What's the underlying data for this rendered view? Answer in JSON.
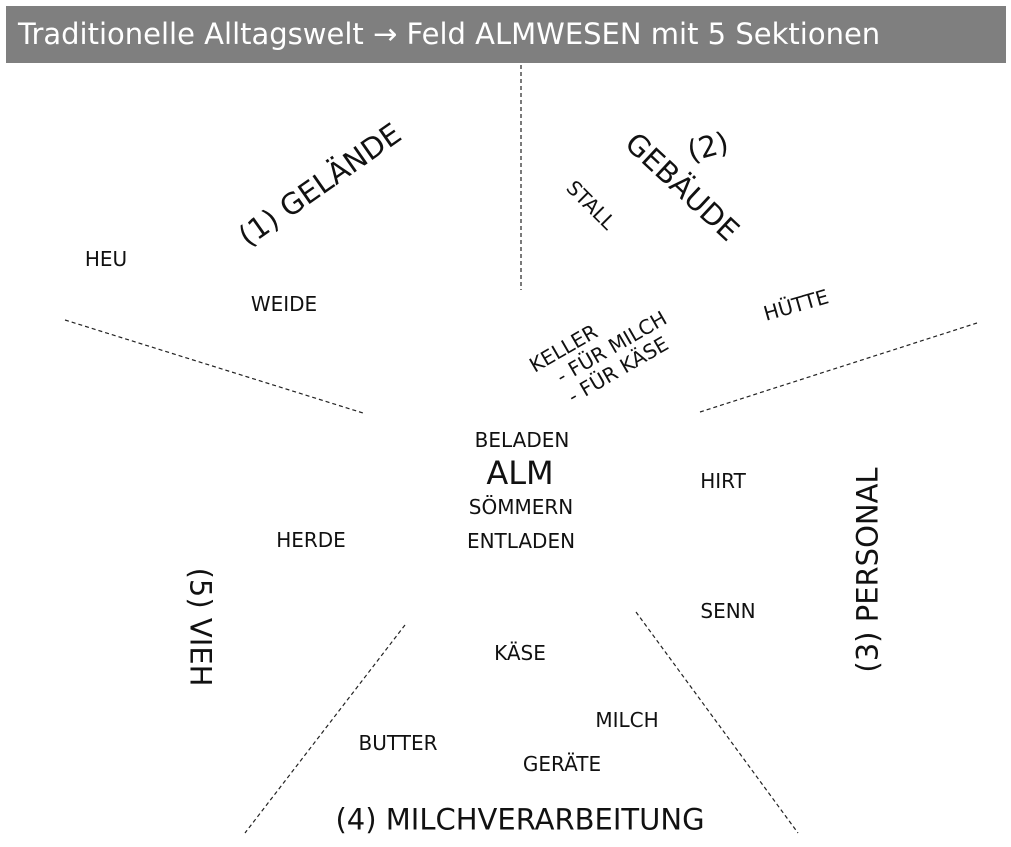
{
  "header": {
    "title": "Traditionelle Alltagswelt → Feld ALMWESEN mit 5 Sektionen"
  },
  "center": {
    "top": "BELADEN",
    "main": "ALM",
    "line2": "SÖMMERN",
    "line3": "ENTLADEN"
  },
  "sections": {
    "gelaende": {
      "title": "(1) GELÄNDE",
      "items": [
        "HEU",
        "WEIDE"
      ]
    },
    "gebaeude": {
      "number": "(2)",
      "title": "GEBÄUDE",
      "items": [
        "STALL",
        "HÜTTE"
      ],
      "keller": [
        "KELLER",
        "- FÜR MILCH",
        "- FÜR KÄSE"
      ]
    },
    "personal": {
      "title": "(3) PERSONAL",
      "items": [
        "HIRT",
        "SENN"
      ]
    },
    "milch": {
      "title": "(4) MILCHVERARBEITUNG",
      "items": [
        "KÄSE",
        "MILCH",
        "BUTTER",
        "GERÄTE"
      ]
    },
    "vieh": {
      "title": "(5) VIEH",
      "items": [
        "HERDE"
      ]
    }
  }
}
